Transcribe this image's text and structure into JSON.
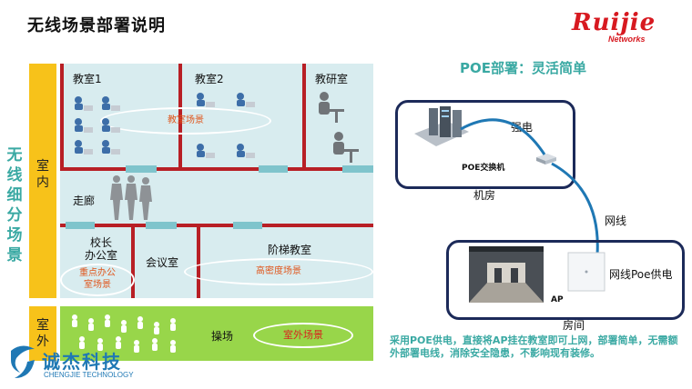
{
  "header": {
    "title": "无线场景部署说明"
  },
  "logo": {
    "brand": "Ruijie",
    "sub": "Networks"
  },
  "left": {
    "side_label": [
      "无",
      "线",
      "细",
      "分",
      "场",
      "景"
    ],
    "indoor_label": [
      "室",
      "内"
    ],
    "outdoor_label": [
      "室",
      "外"
    ],
    "rooms": {
      "classroom1": "教室1",
      "classroom2": "教室2",
      "research": "教研室",
      "corridor": "走廊",
      "principal": "校长\n办公室",
      "meeting": "会议室",
      "lecture": "阶梯教室",
      "playground": "操场"
    },
    "ovals": {
      "classroom_scene": "教室场景",
      "office_scene": "重点办公\n室场景",
      "density_scene": "高密度场景",
      "outdoor_scene": "室外场景"
    },
    "company_logo": {
      "name": "诚杰科技",
      "sub": "CHENGJIE TECHNOLOGY"
    }
  },
  "right": {
    "title": "POE部署：灵活简单",
    "machine_room": {
      "power_label": "强电",
      "switch_label": "POE交换机",
      "room_label": "机房"
    },
    "cable_label": "网线",
    "room": {
      "poe_label": "网线Poe供电",
      "ap_label": "AP",
      "room_label": "房间"
    },
    "footer": "采用POE供电，直接将AP挂在教室即可上网，部署简单，无需额外部署电线，消除安全隐患，不影响现有装修。"
  },
  "colors": {
    "accent_teal": "#3aa9a3",
    "wall_red": "#b81f25",
    "band_yellow": "#f7c21a",
    "grass_green": "#98d64a",
    "frame_navy": "#1c2a59",
    "brand_red": "#d71920"
  }
}
